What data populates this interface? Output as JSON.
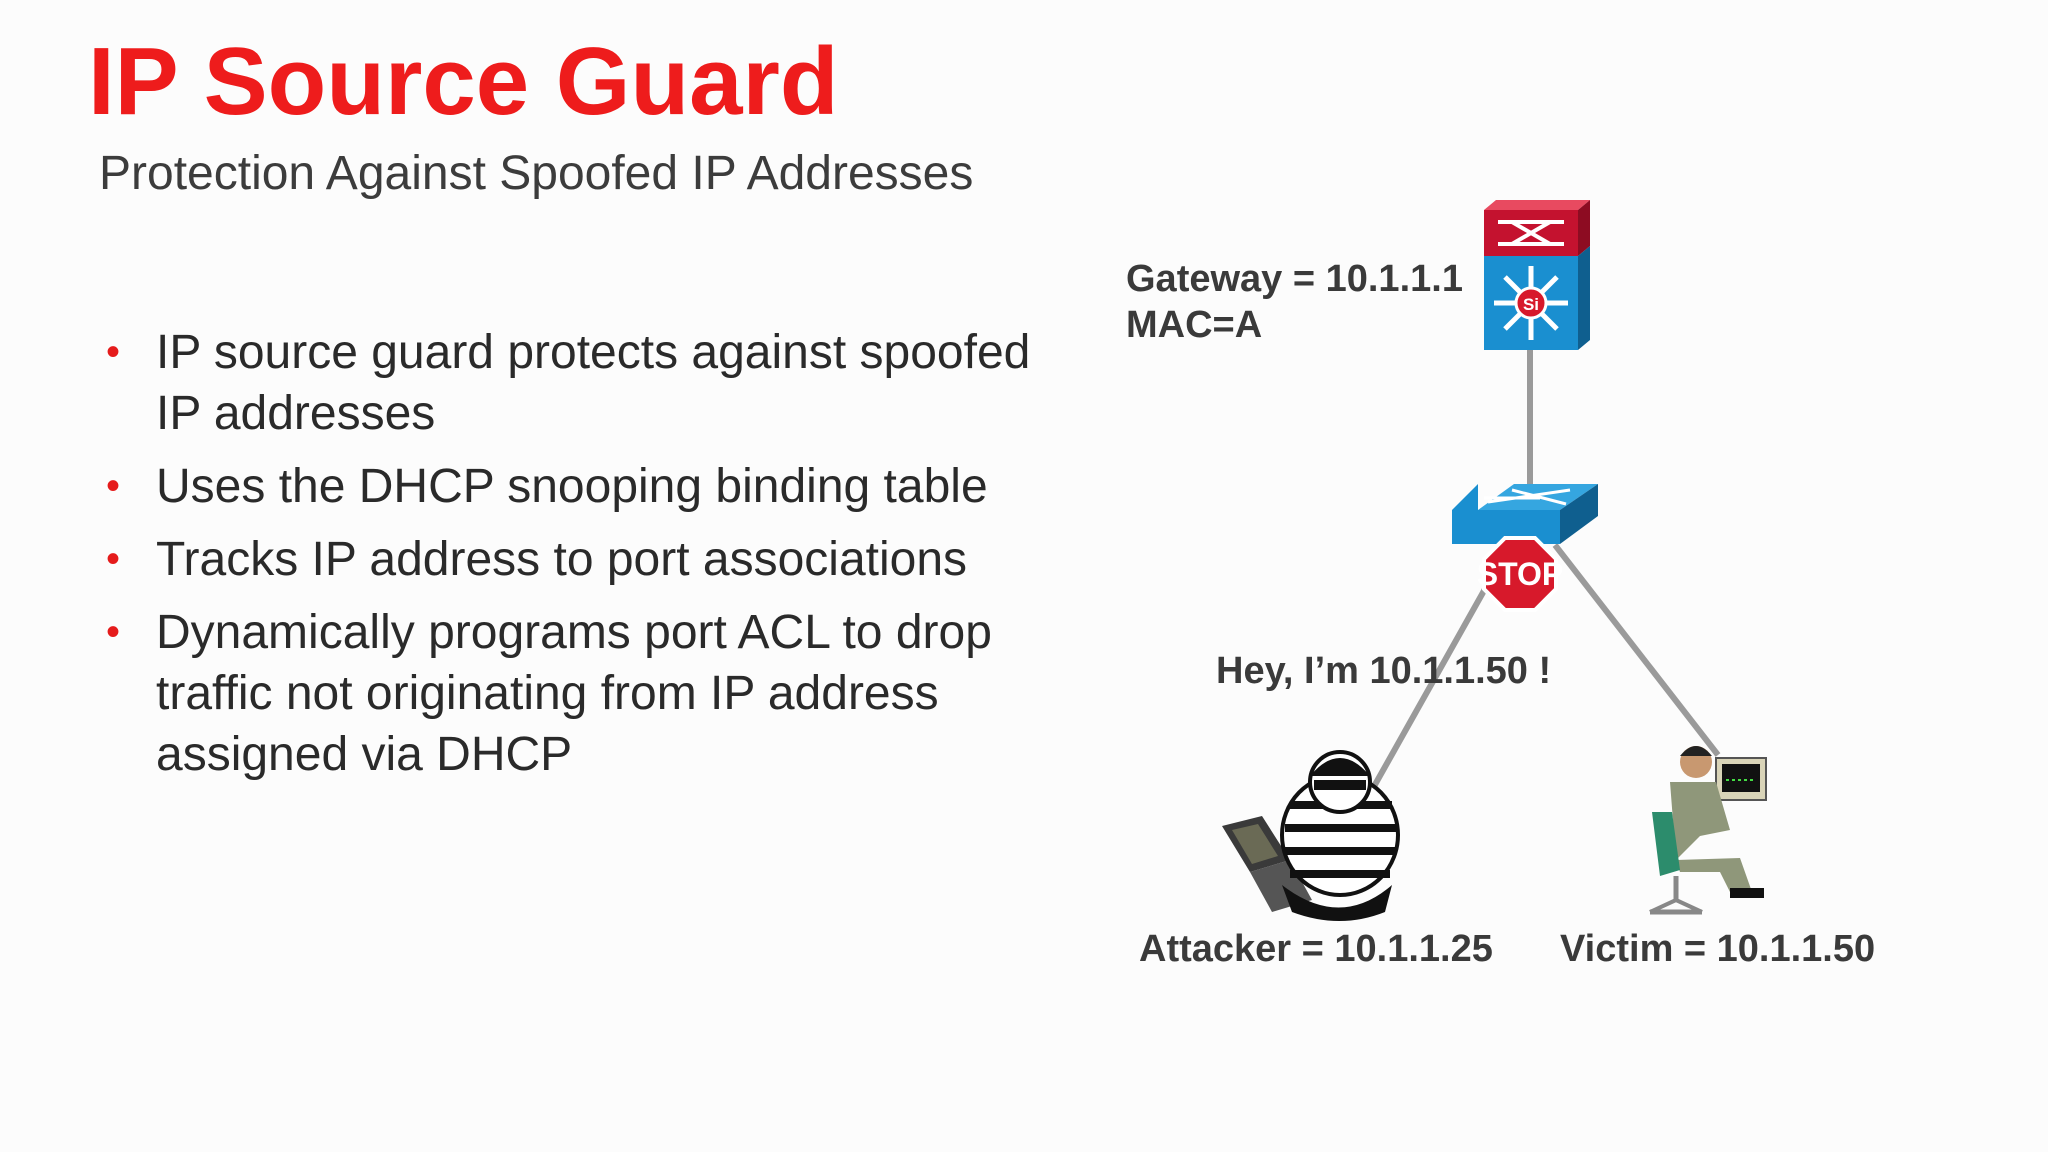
{
  "slide": {
    "title": "IP Source Guard",
    "subtitle": "Protection Against Spoofed IP Addresses",
    "bullets": [
      "IP source guard protects against spoofed IP addresses",
      "Uses the DHCP snooping binding table",
      "Tracks IP address to port associations",
      "Dynamically programs port ACL to drop traffic not originating from IP address assigned via DHCP"
    ],
    "bullet_marker": "•"
  },
  "diagram": {
    "gateway_line1": "Gateway = 10.1.1.1",
    "gateway_line2": "MAC=A",
    "spoof_message": "Hey, I’m 10.1.1.50 !",
    "attacker_label": "Attacker = 10.1.1.25",
    "victim_label": "Victim = 10.1.1.50",
    "stop_sign_text": "STOP",
    "router_badge_text": "Si",
    "icons": [
      "layer3-switch-icon",
      "access-switch-icon",
      "stop-sign-icon",
      "attacker-icon",
      "victim-icon"
    ]
  },
  "colors": {
    "title": "#ee1c1c",
    "bullet_dot": "#e51b1b",
    "switch_blue": "#1a8fd0",
    "router_red": "#c4122f",
    "stop_red": "#d7192b",
    "link_gray": "#9a9a9a"
  }
}
